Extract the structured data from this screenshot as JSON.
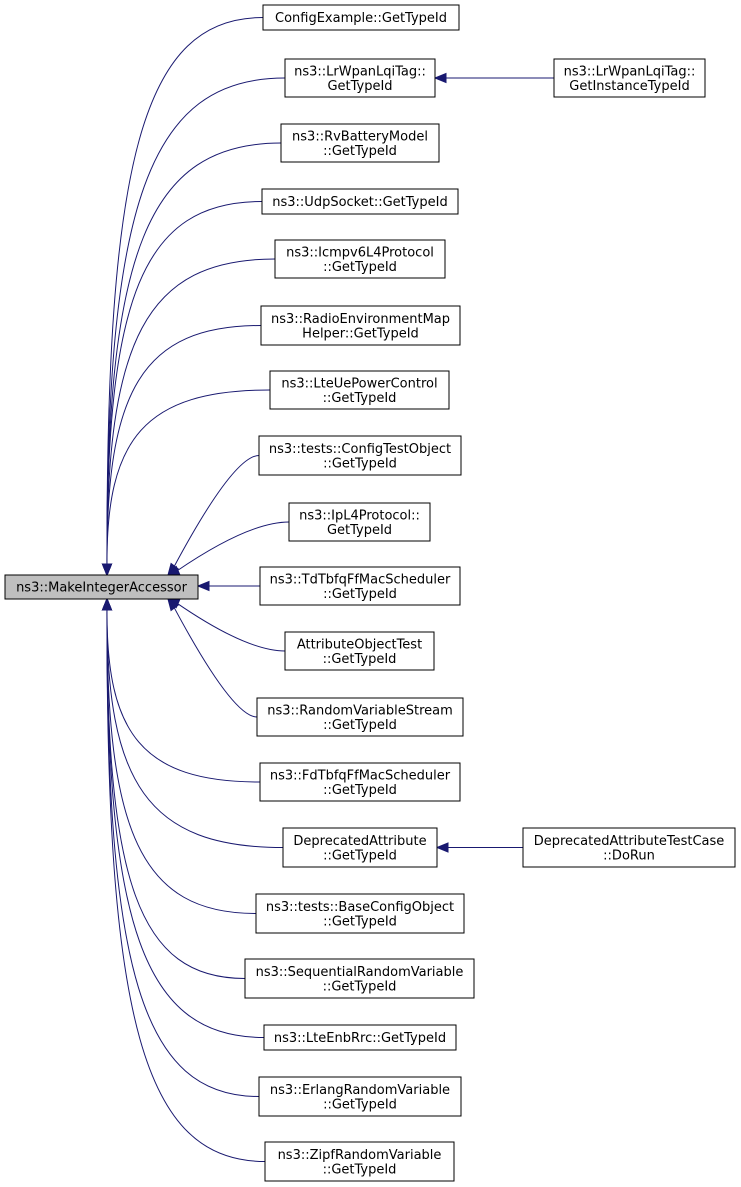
{
  "diagram": {
    "root": {
      "id": "root",
      "lines": [
        "ns3::MakeIntegerAccessor"
      ]
    },
    "nodes": [
      {
        "id": "n1",
        "lines": [
          "ConfigExample::GetTypeId"
        ]
      },
      {
        "id": "n2",
        "lines": [
          "ns3::LrWpanLqiTag::",
          "GetTypeId"
        ]
      },
      {
        "id": "n3",
        "lines": [
          "ns3::RvBatteryModel",
          "::GetTypeId"
        ]
      },
      {
        "id": "n4",
        "lines": [
          "ns3::UdpSocket::GetTypeId"
        ]
      },
      {
        "id": "n5",
        "lines": [
          "ns3::Icmpv6L4Protocol",
          "::GetTypeId"
        ]
      },
      {
        "id": "n6",
        "lines": [
          "ns3::RadioEnvironmentMap",
          "Helper::GetTypeId"
        ]
      },
      {
        "id": "n7",
        "lines": [
          "ns3::LteUePowerControl",
          "::GetTypeId"
        ]
      },
      {
        "id": "n8",
        "lines": [
          "ns3::tests::ConfigTestObject",
          "::GetTypeId"
        ]
      },
      {
        "id": "n9",
        "lines": [
          "ns3::IpL4Protocol::",
          "GetTypeId"
        ]
      },
      {
        "id": "n10",
        "lines": [
          "ns3::TdTbfqFfMacScheduler",
          "::GetTypeId"
        ]
      },
      {
        "id": "n11",
        "lines": [
          "AttributeObjectTest",
          "::GetTypeId"
        ]
      },
      {
        "id": "n12",
        "lines": [
          "ns3::RandomVariableStream",
          "::GetTypeId"
        ]
      },
      {
        "id": "n13",
        "lines": [
          "ns3::FdTbfqFfMacScheduler",
          "::GetTypeId"
        ]
      },
      {
        "id": "n14",
        "lines": [
          "DeprecatedAttribute",
          "::GetTypeId"
        ]
      },
      {
        "id": "n15",
        "lines": [
          "ns3::tests::BaseConfigObject",
          "::GetTypeId"
        ]
      },
      {
        "id": "n16",
        "lines": [
          "ns3::SequentialRandomVariable",
          "::GetTypeId"
        ]
      },
      {
        "id": "n17",
        "lines": [
          "ns3::LteEnbRrc::GetTypeId"
        ]
      },
      {
        "id": "n18",
        "lines": [
          "ns3::ErlangRandomVariable",
          "::GetTypeId"
        ]
      },
      {
        "id": "n19",
        "lines": [
          "ns3::ZipfRandomVariable",
          "::GetTypeId"
        ]
      },
      {
        "id": "n20",
        "lines": [
          "ns3::LrWpanLqiTag::",
          "GetInstanceTypeId"
        ]
      },
      {
        "id": "n21",
        "lines": [
          "DeprecatedAttributeTestCase",
          "::DoRun"
        ]
      }
    ],
    "edges": [
      {
        "from": "n1",
        "to": "root"
      },
      {
        "from": "n2",
        "to": "root"
      },
      {
        "from": "n3",
        "to": "root"
      },
      {
        "from": "n4",
        "to": "root"
      },
      {
        "from": "n5",
        "to": "root"
      },
      {
        "from": "n6",
        "to": "root"
      },
      {
        "from": "n7",
        "to": "root"
      },
      {
        "from": "n8",
        "to": "root"
      },
      {
        "from": "n9",
        "to": "root"
      },
      {
        "from": "n10",
        "to": "root"
      },
      {
        "from": "n11",
        "to": "root"
      },
      {
        "from": "n12",
        "to": "root"
      },
      {
        "from": "n13",
        "to": "root"
      },
      {
        "from": "n14",
        "to": "root"
      },
      {
        "from": "n15",
        "to": "root"
      },
      {
        "from": "n16",
        "to": "root"
      },
      {
        "from": "n17",
        "to": "root"
      },
      {
        "from": "n18",
        "to": "root"
      },
      {
        "from": "n19",
        "to": "root"
      },
      {
        "from": "n20",
        "to": "n2"
      },
      {
        "from": "n21",
        "to": "n14"
      }
    ],
    "colors": {
      "edge": "#191970",
      "root_fill": "#bfbfbf",
      "node_fill": "#ffffff",
      "node_border": "#000000"
    }
  }
}
